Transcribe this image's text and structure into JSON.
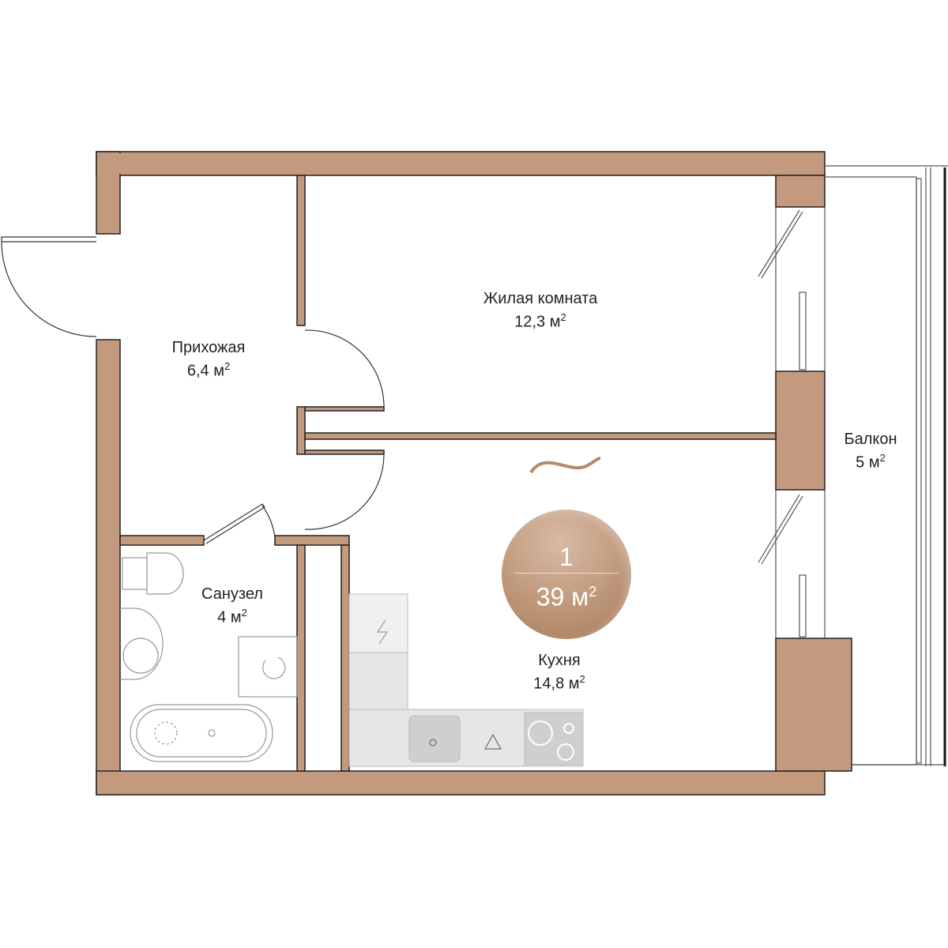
{
  "colors": {
    "wall": "#c49a7e",
    "fixture": "#e6e6e6",
    "badge": "#b48a6b"
  },
  "rooms": [
    {
      "name": "Жилая комната",
      "area": "12,3 м",
      "unit_sup": "2"
    },
    {
      "name": "Прихожая",
      "area": "6,4 м",
      "unit_sup": "2"
    },
    {
      "name": "Санузел",
      "area": "4 м",
      "unit_sup": "2"
    },
    {
      "name": "Кухня",
      "area": "14,8 м",
      "unit_sup": "2"
    },
    {
      "name": "Балкон",
      "area": "5 м",
      "unit_sup": "2"
    }
  ],
  "summary": {
    "rooms_count": "1",
    "total_area": "39 м",
    "unit_sup": "2"
  }
}
